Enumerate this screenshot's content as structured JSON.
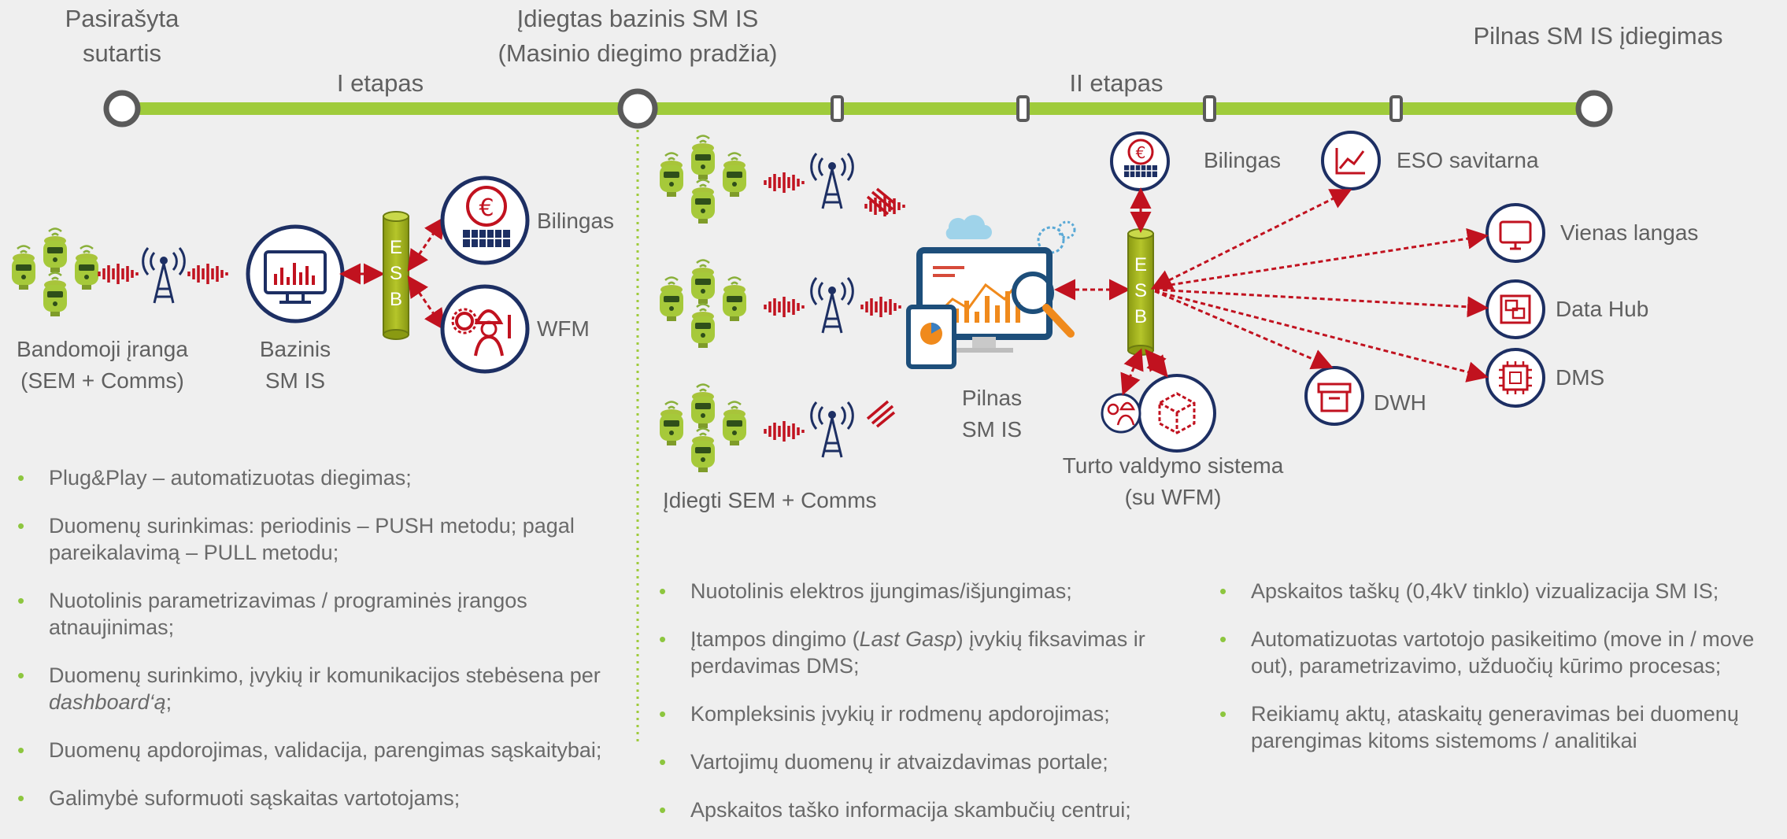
{
  "timeline": {
    "milestones": [
      {
        "id": "m1",
        "text": "Pasirašyta\nsutartis"
      },
      {
        "id": "m2",
        "text": "Įdiegtas bazinis SM IS\n(Masinio diegimo pradžia)"
      },
      {
        "id": "m3",
        "text": "Pilnas SM IS įdiegimas"
      }
    ],
    "stage1": "I etapas",
    "stage2": "II etapas"
  },
  "stage1": {
    "equipment_label": "Bandomoji įranga\n(SEM + Comms)",
    "base_label": "Bazinis\nSM IS",
    "esb_letters": [
      "E",
      "S",
      "B"
    ],
    "billing": "Bilingas",
    "wfm": "WFM",
    "bullets": [
      "Plug&Play – automatizuotas diegimas;",
      "Duomenų surinkimas: periodinis – PUSH metodu; pagal pareikalavimą – PULL metodu;",
      "Nuotolinis parametrizavimas / programinės įrangos atnaujinimas;",
      "Duomenų surinkimo, įvykių ir komunikacijos stebėsena per dashboard‘ą;",
      "Duomenų apdorojimas, validacija, parengimas sąskaitybai;",
      "Galimybė suformuoti sąskaitas vartotojams;"
    ]
  },
  "stage2": {
    "installed_label": "Įdiegti SEM + Comms",
    "full_label": "Pilnas\nSM IS",
    "esb_letters": [
      "E",
      "S",
      "B"
    ],
    "billing": "Bilingas",
    "self_service": "ESO savitarna",
    "single_window": "Vienas langas",
    "data_hub": "Data Hub",
    "dms": "DMS",
    "dwh": "DWH",
    "asset_mgmt": "Turto valdymo sistema\n(su WFM)",
    "bullets_left": [
      "Nuotolinis elektros įjungimas/išjungimas;",
      "Įtampos dingimo (Last Gasp) įvykių fiksavimas ir perdavimas DMS;",
      "Kompleksinis įvykių ir rodmenų apdorojimas;",
      "Vartojimų duomenų ir atvaizdavimas portale;",
      "Apskaitos taško informacija skambučių centrui;"
    ],
    "bullets_right": [
      "Apskaitos taškų (0,4kV tinklo) vizualizacija SM IS;",
      "Automatizuotas vartotojo pasikeitimo (move in / move out), parametrizavimo, užduočių kūrimo procesas;",
      "Reikiamų aktų, ataskaitų generavimas bei duomenų parengimas kitoms sistemoms / analitikai"
    ]
  },
  "colors": {
    "green": "#9fcb3b",
    "navy": "#1d2f63",
    "red": "#c1121f",
    "olive": "#a5b61f",
    "grey_node": "#5a5a5a"
  }
}
